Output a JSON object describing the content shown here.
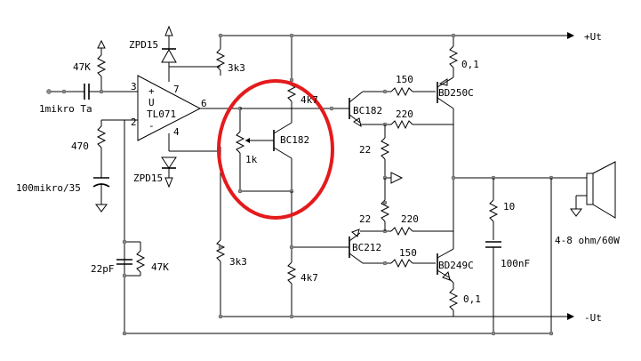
{
  "labels": {
    "plus_ut": "+Ut",
    "minus_ut": "-Ut",
    "input_cap": "1mikro Ta",
    "r_47k_top": "47K",
    "zpd_top": "ZPD15",
    "zpd_bottom": "ZPD15",
    "opamp_name": "TL071",
    "opamp_u": "U",
    "opamp_plus": "+",
    "opamp_minus": "-",
    "pin3": "3",
    "pin2": "2",
    "pin7": "7",
    "pin6": "6",
    "pin4": "4",
    "r_470": "470",
    "cap_100mikro": "100mikro/35",
    "cap_22pf": "22pF",
    "r_47k_bottom": "47K",
    "r_3k3_top": "3k3",
    "r_3k3_bottom": "3k3",
    "pot_1k": "1k",
    "q_bc182_mid": "BC182",
    "r_4k7_top": "4k7",
    "r_4k7_bottom": "4k7",
    "q_bc182_drv": "BC182",
    "q_bc212": "BC212",
    "r_150_top": "150",
    "r_150_bottom": "150",
    "r_220_top": "220",
    "r_220_bottom": "220",
    "r_22_top": "22",
    "r_22_bottom": "22",
    "q_bd250c": "BD250C",
    "q_bd249c": "BD249C",
    "r_01_top": "0,1",
    "r_01_bottom": "0,1",
    "r_10": "10",
    "cap_100nf": "100nF",
    "speaker": "4-8 ohm/60W"
  },
  "highlight": {
    "shape": "ellipse",
    "color": "#e41a1c",
    "encircles": "vbe multiplier (1k pot + BC182)"
  }
}
